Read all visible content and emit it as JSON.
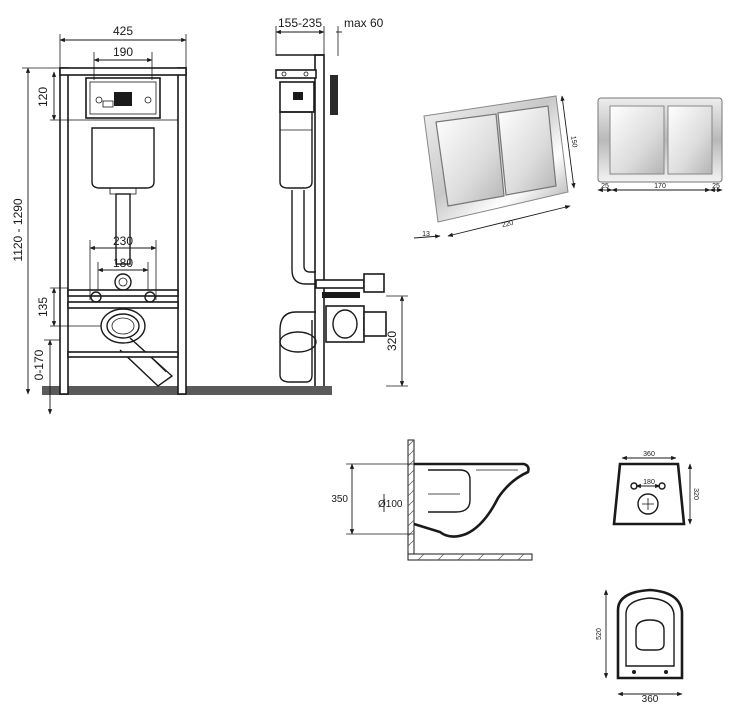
{
  "front_view": {
    "width_label": "425",
    "cistern_width_label": "190",
    "top_offset_label": "120",
    "height_range_label": "1120 - 1290",
    "stud_outer_label": "230",
    "stud_inner_label": "180",
    "outlet_offset_label": "135",
    "foot_range_label": "0-170"
  },
  "side_view": {
    "depth_range_label": "155-235",
    "max_wall_label": "max 60",
    "outlet_height_label": "320"
  },
  "flush_plate": {
    "height_label": "150",
    "width_label": "220",
    "depth_label": "13",
    "left_margin_label": "25",
    "button_span_label": "170",
    "right_margin_label": "25"
  },
  "bowl_side": {
    "height_label": "350",
    "pipe_diameter_label": "Ø100"
  },
  "bowl_back": {
    "width_label": "360",
    "stud_spacing_label": "180",
    "depth_label": "320"
  },
  "bowl_top": {
    "length_label": "520",
    "width_label": "360"
  }
}
